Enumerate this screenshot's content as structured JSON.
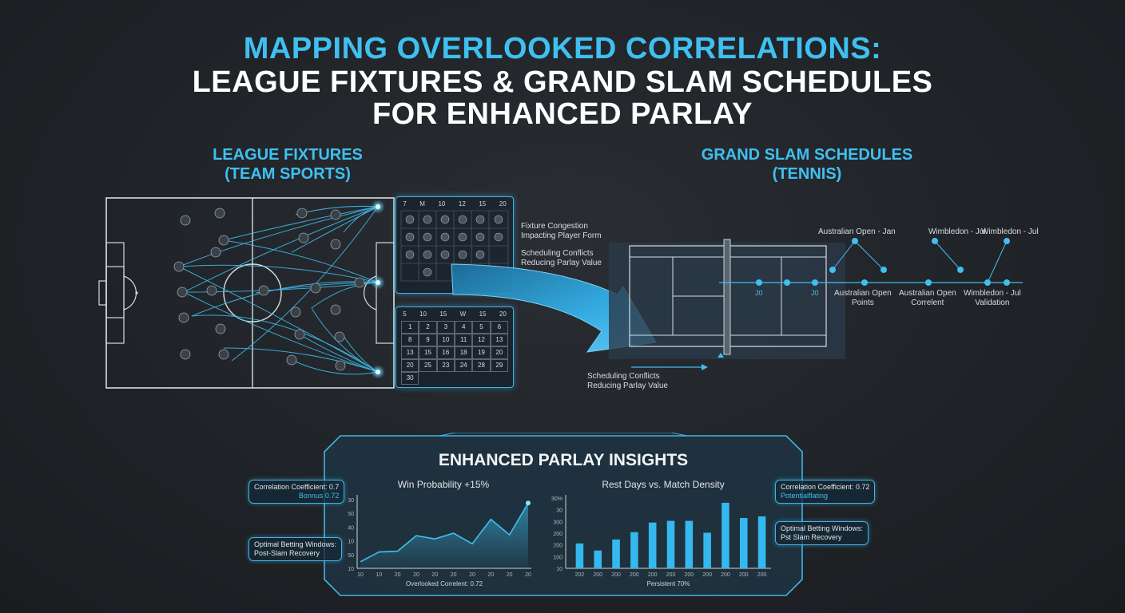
{
  "title": {
    "line1": "MAPPING OVERLOOKED CORRELATIONS:",
    "line2": "LEAGUE FIXTURES & GRAND SLAM SCHEDULES",
    "line3": "FOR ENHANCED PARLAY"
  },
  "left_section": {
    "heading_line1": "LEAGUE FIXTURES",
    "heading_line2": "(TEAM SPORTS)",
    "calendar_top_headers": [
      "7",
      "M",
      "10",
      "12",
      "15",
      "20"
    ],
    "calendar_bottom_headers": [
      "5",
      "10",
      "15",
      "W",
      "15",
      "20"
    ],
    "calendar_bottom_cells": [
      "1",
      "2",
      "3",
      "4",
      "5",
      "6",
      "8",
      "9",
      "10",
      "11",
      "12",
      "13",
      "13",
      "15",
      "16",
      "18",
      "19",
      "20",
      "20",
      "25",
      "23",
      "24",
      "28",
      "29",
      "30"
    ]
  },
  "right_section": {
    "heading_line1": "GRAND SLAM SCHEDULES",
    "heading_line2": "(TENNIS)",
    "timeline_labels_top": [
      "Australian Open - Jan",
      "Wimbledon - Jul",
      "Wimbledon - Jul"
    ],
    "timeline_labels_bottom": [
      "Australian Open\nPoints",
      "Australian Open\nCorrelent",
      "Wimbledon - Jul\nValidation"
    ],
    "court_labels": [
      "J0",
      "J0"
    ]
  },
  "notes": {
    "note1_line1": "Fixture Congestion",
    "note1_line2": "Impacting Player Form",
    "note2_line1": "Scheduling Conflicts",
    "note2_line2": "Reducing Parlay Value",
    "note3_line1": "Scheduling Conflicts",
    "note3_line2": "Reducing Parlay Value"
  },
  "insights": {
    "title": "ENHANCED PARLAY INSIGHTS",
    "callout_left_top_line1": "Correlation Coefficient: 0.7",
    "callout_left_top_line2": "Bonnus 0.72",
    "callout_left_bottom_line1": "Optimal Betting Windows:",
    "callout_left_bottom_line2": "Post-Slam Recovery",
    "callout_right_top_line1": "Correlation Coefficient: 0.72",
    "callout_right_top_line2": "Potentialflating",
    "callout_right_bottom_line1": "Optimal Betting Windows:",
    "callout_right_bottom_line2": "Pst Slam Recovery",
    "colors": {
      "accent": "#3fc0f0",
      "bar": "#35b8ee"
    }
  },
  "chart_data": [
    {
      "type": "area",
      "title": "Win Probability +15%",
      "xlabel": "Overlooked Correlent: 0.72",
      "ylabel": "",
      "y_ticks": [
        "30",
        "50",
        "40",
        "10",
        "50",
        "10"
      ],
      "x": [
        "10",
        "10",
        "20",
        "20",
        "20",
        "20",
        "20",
        "20",
        "20",
        "20"
      ],
      "values": [
        8,
        20,
        21,
        40,
        36,
        43,
        30,
        60,
        41,
        80
      ]
    },
    {
      "type": "bar",
      "title": "Rest Days vs. Match Density",
      "xlabel": "Persistent 70%",
      "ylabel": "",
      "y_ticks": [
        "30%",
        "30",
        "300",
        "200",
        "200",
        "100",
        "10"
      ],
      "categories": [
        "202",
        "200",
        "200",
        "200",
        "200",
        "200",
        "200",
        "200",
        "200",
        "200",
        "200"
      ],
      "values": [
        88,
        63,
        102,
        128,
        162,
        168,
        168,
        126,
        232,
        178,
        184
      ]
    }
  ]
}
